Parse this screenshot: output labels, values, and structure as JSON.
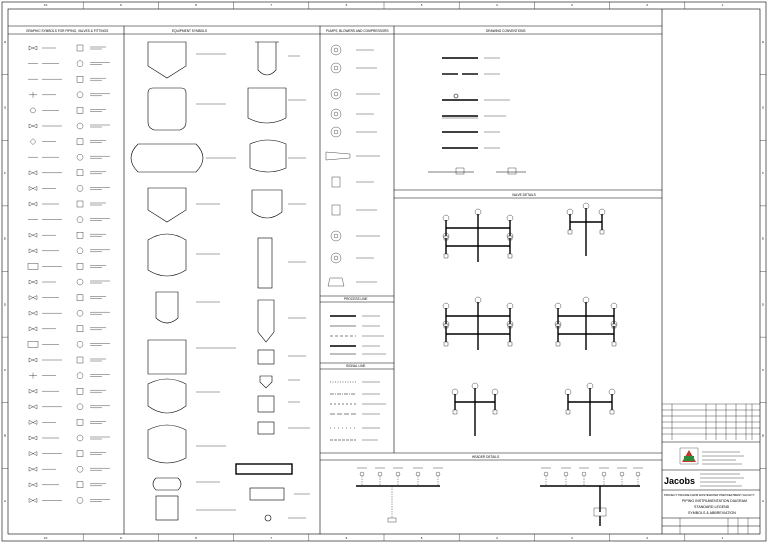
{
  "sections": {
    "piping_symbols": "GRAPHIC SYMBOLS FOR PIPING, VALVES & FITTINGS",
    "equipment_symbols": "EQUIPMENT SYMBOLS",
    "pumps_blowers": "PUMPS, BLOWERS AND COMPRESSORS",
    "drawing_conventions": "DRAWING CONVENTIONS",
    "valve_details": "VALVE DETAILS",
    "process_line": "PROCESS LINE",
    "signal_line": "SIGNAL LINE",
    "header_details": "HEADER DETAILS"
  },
  "title_block": {
    "company": "Jacobs",
    "project": "PROJECT: PRAIRIE FARM WASTEWATER PRETREATMENT FACILITY",
    "title_1": "PIPING INSTRUMENTATION DIAGRAM",
    "title_2": "STANDARD LEGEND",
    "title_3": "SYMBOLS & ABBREVIATION"
  },
  "border": {
    "columns": [
      "10",
      "9",
      "8",
      "7",
      "6",
      "5",
      "4",
      "3",
      "2",
      "1"
    ],
    "rows": [
      "H",
      "G",
      "F",
      "E",
      "D",
      "C",
      "B",
      "A"
    ]
  },
  "colors": {
    "ink": "#000000",
    "paper": "#ffffff",
    "logo_red": "#c0392b",
    "logo_green": "#2e8b3a"
  },
  "icons": [
    "jacobs-logo-icon",
    "client-seal-icon"
  ]
}
